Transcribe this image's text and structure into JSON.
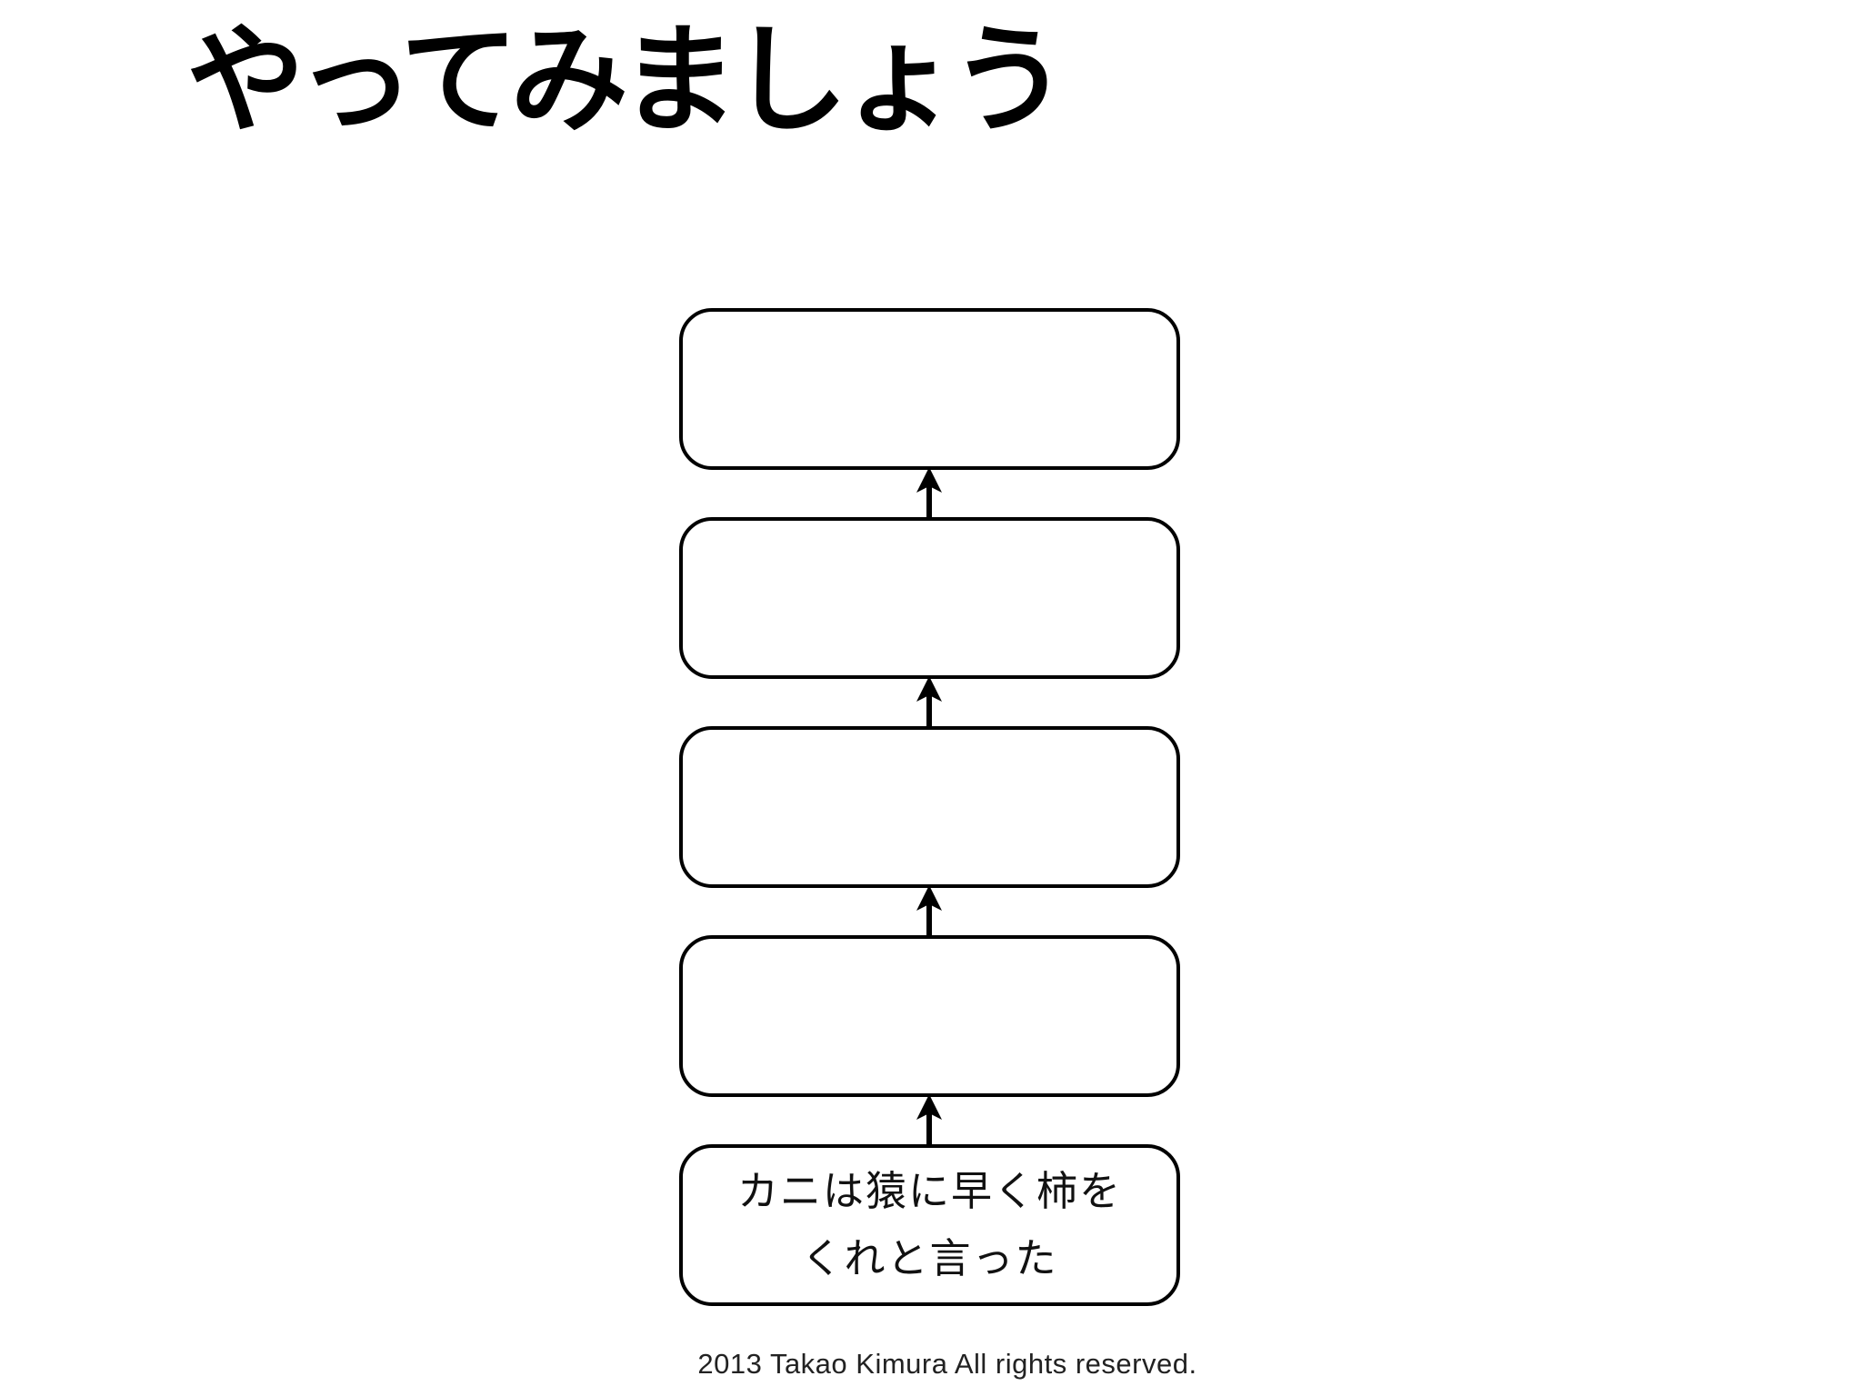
{
  "slide": {
    "title": "やってみましょう",
    "footer": "2013 Takao Kimura All rights reserved.",
    "background_color": "#ffffff"
  },
  "flowchart": {
    "type": "vertical-sequence",
    "arrow_direction": "up",
    "arrow_count": 4,
    "stroke_color": "#000000",
    "box_fill_color": "#ffffff",
    "boxes": [
      {
        "position": "top",
        "label": ""
      },
      {
        "position": "second",
        "label": ""
      },
      {
        "position": "third",
        "label": ""
      },
      {
        "position": "fourth",
        "label": ""
      },
      {
        "position": "bottom",
        "label": "カニは猿に早く柿を くれと言った",
        "lines": [
          "カニは猿に早く柿を",
          "くれと言った"
        ]
      }
    ]
  }
}
